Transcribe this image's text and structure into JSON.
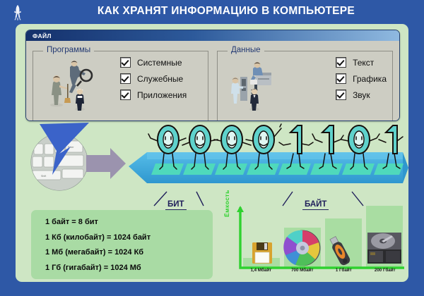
{
  "poster": {
    "title": "КАК ХРАНЯТ ИНФОРМАЦИЮ В КОМПЬЮТЕРЕ",
    "logo_icon": "bird-logo-icon",
    "frame_color": "#2e58a6",
    "card_color": "#cee6c4"
  },
  "file_window": {
    "titlebar_label": "ФАЙЛ",
    "groups": [
      {
        "legend": "Программы",
        "illustration": "office-people-icon",
        "items": [
          {
            "label": "Системные",
            "checked": true
          },
          {
            "label": "Служебные",
            "checked": true
          },
          {
            "label": "Приложения",
            "checked": true
          }
        ]
      },
      {
        "legend": "Данные",
        "illustration": "office-workers-icon",
        "items": [
          {
            "label": "Текст",
            "checked": true
          },
          {
            "label": "Графика",
            "checked": true
          },
          {
            "label": "Звук",
            "checked": true
          }
        ]
      }
    ]
  },
  "bit_byte": {
    "source_icon": "keyboard-closeup-icon",
    "lightning_icon": "blue-lightning-arrow-icon",
    "transition_icon": "gray-arrow-icon",
    "digits": [
      "0",
      "0",
      "0",
      "0",
      "1",
      "1",
      "0",
      "1"
    ],
    "callout_bit": "БИТ",
    "callout_byte": "БАЙТ",
    "belt_color": "#3aa8dc",
    "tile_color": "#4fd9bb",
    "digit_color": "#5fd2cc"
  },
  "formulas": [
    "1 байт = 8 бит",
    "1 Кб (килобайт) = 1024 байт",
    "1 Мб (мегабайт) = 1024 Кб",
    "1 Гб (гигабайт) = 1024 Мб"
  ],
  "chart_data": {
    "type": "bar",
    "title": "",
    "xlabel": "",
    "ylabel": "Ёмкость",
    "categories": [
      "1,4 Мбайт",
      "700 Мбайт",
      "1 Гбайт",
      "200 Гбайт"
    ],
    "values": [
      18,
      62,
      80,
      100
    ],
    "bar_color": "#a9dda2",
    "axis_color": "#2fd12f",
    "grid": false,
    "legend": "none",
    "media_icons": [
      "floppy-disk-icon",
      "cd-disc-icon",
      "usb-flash-drive-icon",
      "hard-disk-drive-icon"
    ]
  }
}
